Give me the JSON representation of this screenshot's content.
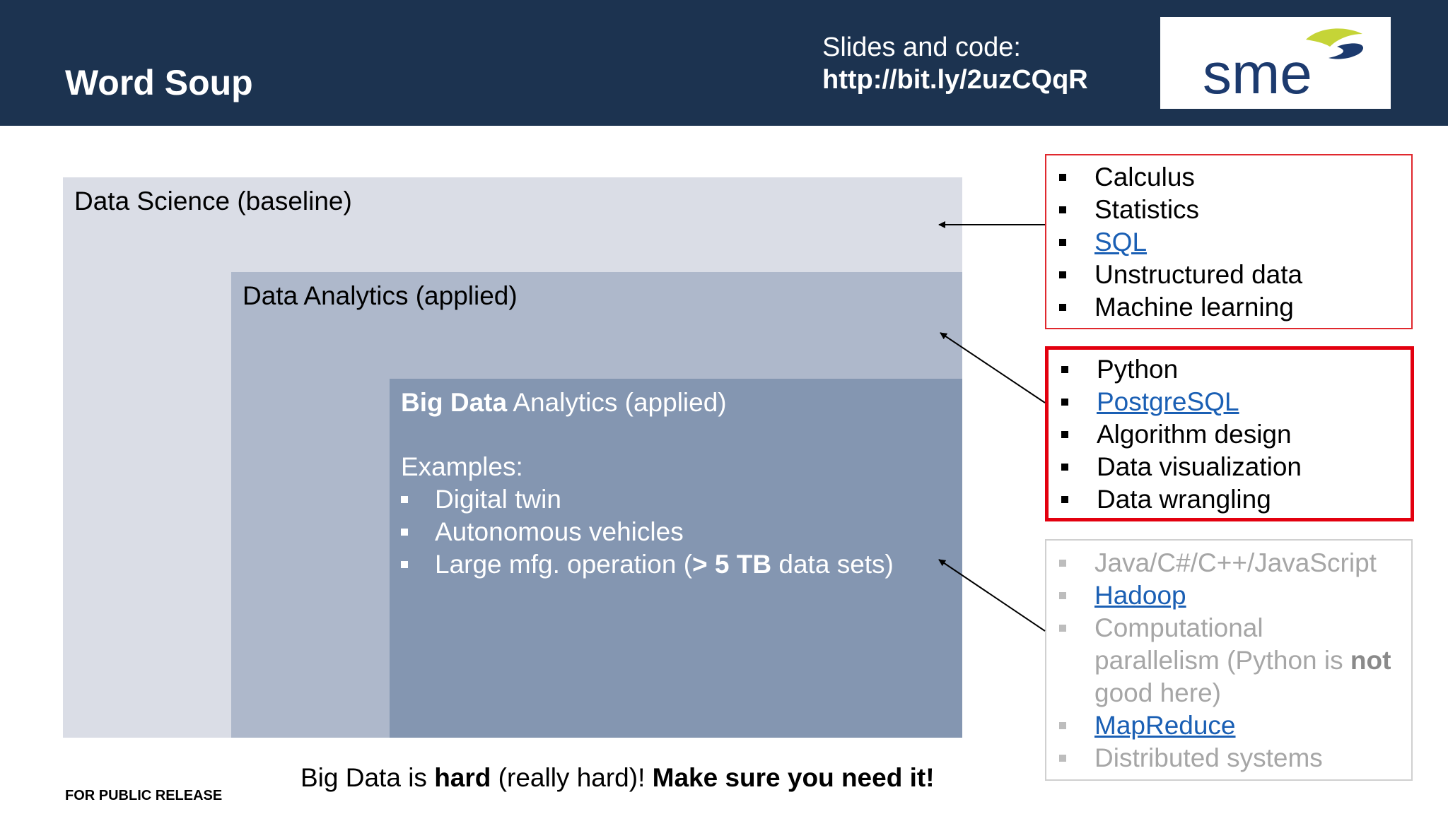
{
  "header": {
    "title": "Word Soup",
    "slides_caption": "Slides and code:",
    "slides_link": "http://bit.ly/2uzCQqR",
    "logo_text": "sme"
  },
  "boxes": {
    "data_science": "Data Science (baseline)",
    "data_analytics": "Data Analytics (applied)",
    "big_data_bold": "Big Data",
    "big_data_rest": " Analytics (applied)",
    "examples_label": "Examples:",
    "examples": {
      "digital_twin": "Digital twin",
      "autonomous": "Autonomous vehicles",
      "large_mfg_pre": "Large mfg. operation (",
      "large_mfg_bold": "> 5 TB",
      "large_mfg_post": " data sets)"
    }
  },
  "panel_1": {
    "calculus": "Calculus",
    "statistics": "Statistics",
    "sql": "SQL",
    "unstructured": "Unstructured data",
    "ml": "Machine learning"
  },
  "panel_2": {
    "python": "Python",
    "postgresql": "PostgreSQL",
    "algorithm": "Algorithm design",
    "visualization": "Data visualization",
    "wrangling": "Data wrangling"
  },
  "panel_3": {
    "java": "Java/C#/C++/JavaScript",
    "hadoop": "Hadoop",
    "comp_line1": "Computational",
    "comp_line2_pre": "parallelism (Python is ",
    "comp_line2_bold": "not",
    "comp_line3": "good here)",
    "mapreduce": "MapReduce",
    "distributed": "Distributed systems"
  },
  "footer": {
    "pre": "Big Data is ",
    "hard": "hard",
    "mid": " (really hard)! ",
    "need": "Make sure you need it!",
    "public_release": "FOR PUBLIC RELEASE"
  },
  "colors": {
    "header_bg": "#1c3350",
    "box_data_science": "#dadde6",
    "box_data_analytics": "#aeb8cb",
    "box_big_data": "#8496b1",
    "panel_highlight": "#e3000f",
    "link": "#1a5fb4",
    "logo_blue": "#1c3a6e",
    "logo_green": "#c5d437"
  }
}
